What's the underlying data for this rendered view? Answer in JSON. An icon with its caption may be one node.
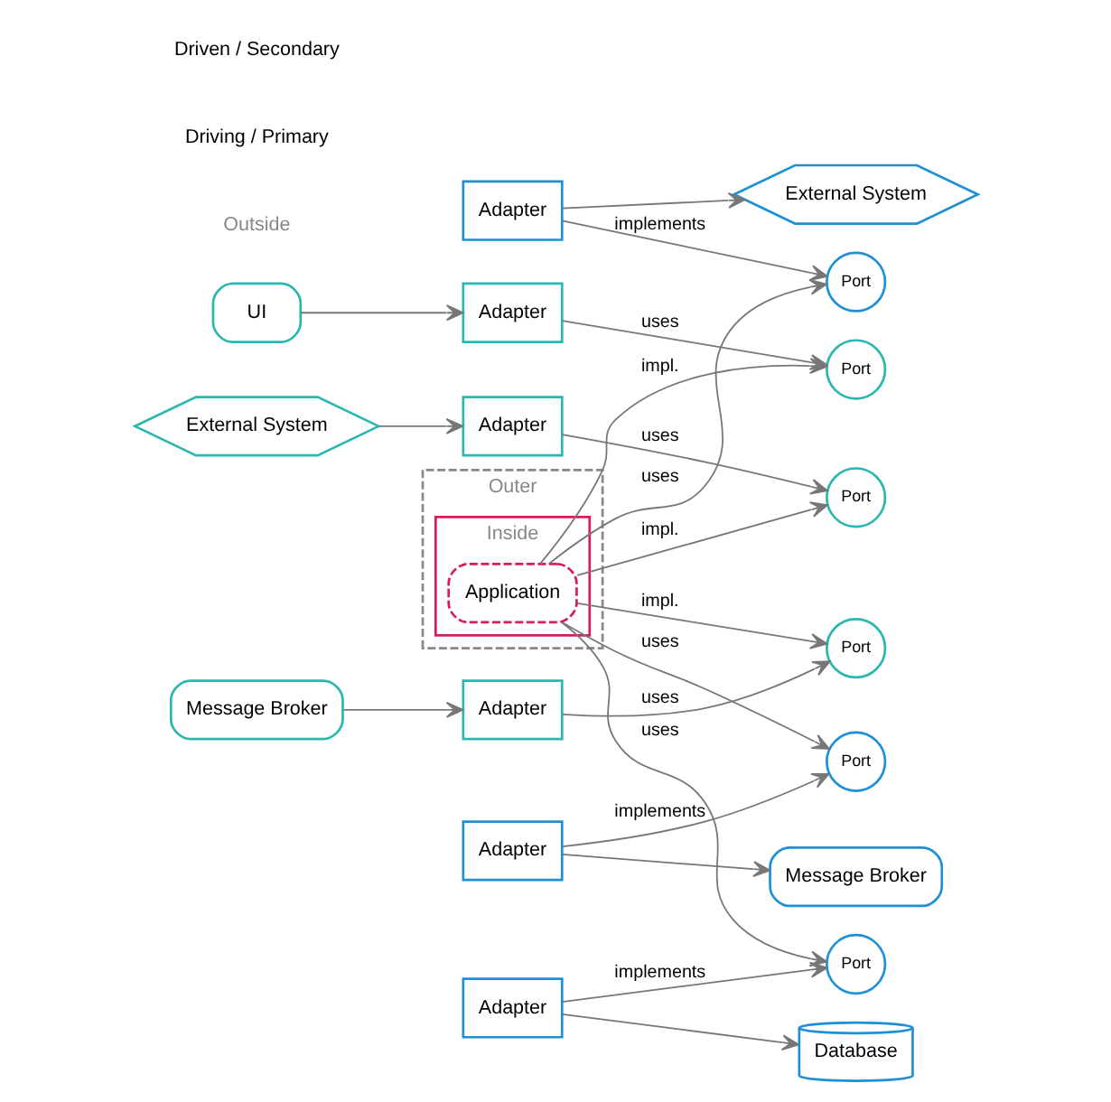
{
  "diagram": {
    "nodes": [
      {
        "text": [
          "Outer"
        ]
      },
      {
        "text": [
          "Inside"
        ],
        "in": 0
      },
      {
        "text": [
          "Application"
        ],
        "in": 1
      },
      {
        "text": [
          "Port"
        ]
      },
      {
        "text": [
          "Port"
        ]
      },
      {
        "text": [
          "Port"
        ]
      },
      {
        "text": [
          "Port"
        ]
      },
      {
        "text": [
          "Port"
        ]
      },
      {
        "text": [
          "Port"
        ]
      },
      {
        "text": [
          "UI"
        ]
      },
      {
        "text": [
          "Adapter"
        ]
      },
      {
        "text": [
          "External System"
        ]
      },
      {
        "text": [
          "Adapter"
        ]
      },
      {
        "text": [
          "Message Broker"
        ]
      },
      {
        "text": [
          "Adapter"
        ]
      },
      {
        "text": [
          "Message Broker"
        ]
      },
      {
        "text": [
          "Adapter"
        ]
      },
      {
        "text": [
          "Adapter"
        ]
      },
      {
        "text": [
          "External System"
        ]
      },
      {
        "text": [
          "Adapter"
        ]
      },
      {
        "text": [
          "Database"
        ]
      }
    ],
    "edges": [
      {
        "from": 9,
        "to": 10,
        "arrow": "to"
      },
      {
        "from": 10,
        "to": 3,
        "arrow": "to",
        "label": "uses"
      },
      {
        "from": 2,
        "to": 3,
        "arrow": "to",
        "label": "impl."
      },
      {
        "from": 11,
        "to": 12,
        "arrow": "to"
      },
      {
        "from": 12,
        "to": 4,
        "arrow": "to",
        "label": "uses"
      },
      {
        "from": 2,
        "to": 4,
        "arrow": "to",
        "label": "impl."
      },
      {
        "from": 13,
        "to": 14,
        "arrow": "to"
      },
      {
        "from": 14,
        "to": 5,
        "arrow": "to",
        "label": "uses"
      },
      {
        "from": 2,
        "to": 5,
        "arrow": "to",
        "label": "impl."
      },
      {
        "from": 2,
        "to": 6,
        "arrow": "to",
        "label": "uses"
      },
      {
        "from": 16,
        "to": 6,
        "arrow": "to",
        "label": "implements"
      },
      {
        "from": 16,
        "to": 15,
        "arrow": "to"
      },
      {
        "from": 2,
        "to": 7,
        "arrow": "to",
        "label": "uses"
      },
      {
        "from": 17,
        "to": 7,
        "arrow": "to",
        "label": "implements"
      },
      {
        "from": 17,
        "to": 18,
        "arrow": "to"
      },
      {
        "from": 2,
        "to": 8,
        "arrow": "to",
        "label": "uses"
      },
      {
        "from": 19,
        "to": 8,
        "arrow": "to",
        "label": "implements"
      },
      {
        "from": 19,
        "to": 20,
        "arrow": "to"
      }
    ],
    "labels": [
      "Outside",
      "Driving / Primary",
      "Driven / Secondary"
    ]
  }
}
